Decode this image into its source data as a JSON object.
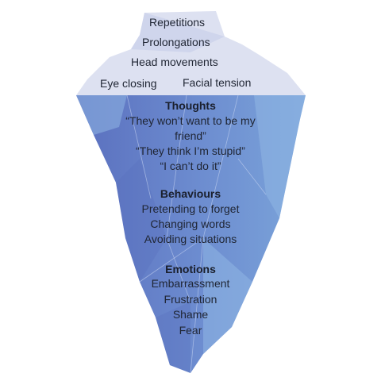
{
  "colors": {
    "tip_light": "#dde1f1",
    "tip_mid": "#cfd5ec",
    "under_left": "#5a6fbe",
    "under_mid": "#6d8dd0",
    "under_right": "#7ba4da",
    "facet_light": "#8fb6e3",
    "facet_line": "#c9d6f2"
  },
  "above_surface": {
    "items": [
      "Repetitions",
      "Prolongations",
      "Head movements",
      "Eye closing",
      "Facial tension"
    ]
  },
  "below_surface": {
    "thoughts": {
      "heading": "Thoughts",
      "lines": [
        "“They won’t want to be my",
        "friend”",
        "“They think I’m stupid”",
        "“I can’t do it”"
      ]
    },
    "behaviours": {
      "heading": "Behaviours",
      "lines": [
        "Pretending to forget",
        "Changing words",
        "Avoiding situations"
      ]
    },
    "emotions": {
      "heading": "Emotions",
      "lines": [
        "Embarrassment",
        "Frustration",
        "Shame",
        "Fear"
      ]
    }
  }
}
